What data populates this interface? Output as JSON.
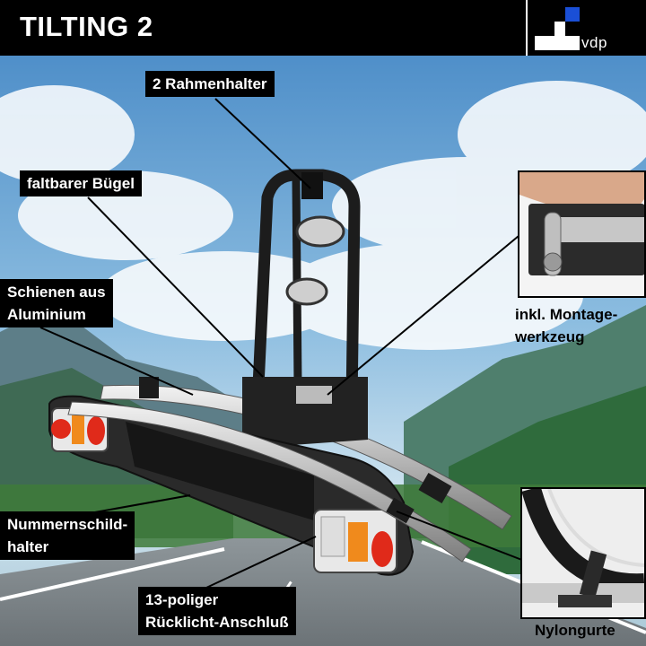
{
  "header": {
    "title": "TILTING 2",
    "logo_text": "vdp",
    "logo_accent_color": "#1a4fd6"
  },
  "callouts": {
    "frame_holder": "2 Rahmenhalter",
    "folding_bracket": "faltbarer Bügel",
    "rails_line1": "Schienen aus",
    "rails_line2": "Aluminium",
    "plate_line1": "Nummernschild-",
    "plate_line2": "halter",
    "plug_line1": "13-poliger",
    "plug_line2": "Rücklicht-Anschluß",
    "tool_line1": "inkl. Montage-",
    "tool_line2": "werkzeug",
    "straps": "Nylongurte"
  }
}
